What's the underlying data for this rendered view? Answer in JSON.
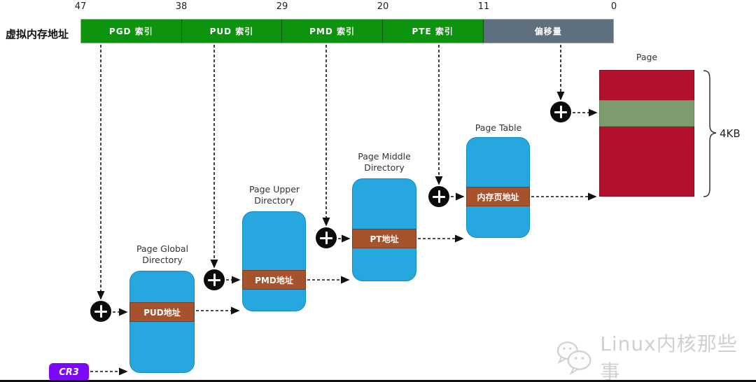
{
  "address_bar": {
    "label": "虚拟内存地址",
    "segments": [
      {
        "label": "PGD 索引",
        "type": "index"
      },
      {
        "label": "PUD 索引",
        "type": "index"
      },
      {
        "label": "PMD 索引",
        "type": "index"
      },
      {
        "label": "PTE 索引",
        "type": "index"
      },
      {
        "label": "偏移量",
        "type": "offset"
      }
    ]
  },
  "bit_labels": [
    "47",
    "38",
    "29",
    "20",
    "11",
    "0"
  ],
  "tables": [
    {
      "title": "Page Global Directory",
      "entry": "PUD地址"
    },
    {
      "title": "Page Upper Directory",
      "entry": "PMD地址"
    },
    {
      "title": "Page Middle Directory",
      "entry": "PT地址"
    },
    {
      "title": "Page Table",
      "entry": "内存页地址"
    }
  ],
  "page": {
    "title": "Page",
    "size_label": "4KB"
  },
  "register": {
    "label": "CR3"
  },
  "watermark": {
    "text": "Linux内核那些事"
  },
  "colors": {
    "index_green": "#0E930E",
    "offset_gray": "#5E6F7D",
    "table_blue": "#27A7E0",
    "entry_brown": "#A6532D",
    "page_red": "#B2122E",
    "page_frame_green": "#7E9C6E",
    "cr3_purple": "#7C08F8"
  }
}
